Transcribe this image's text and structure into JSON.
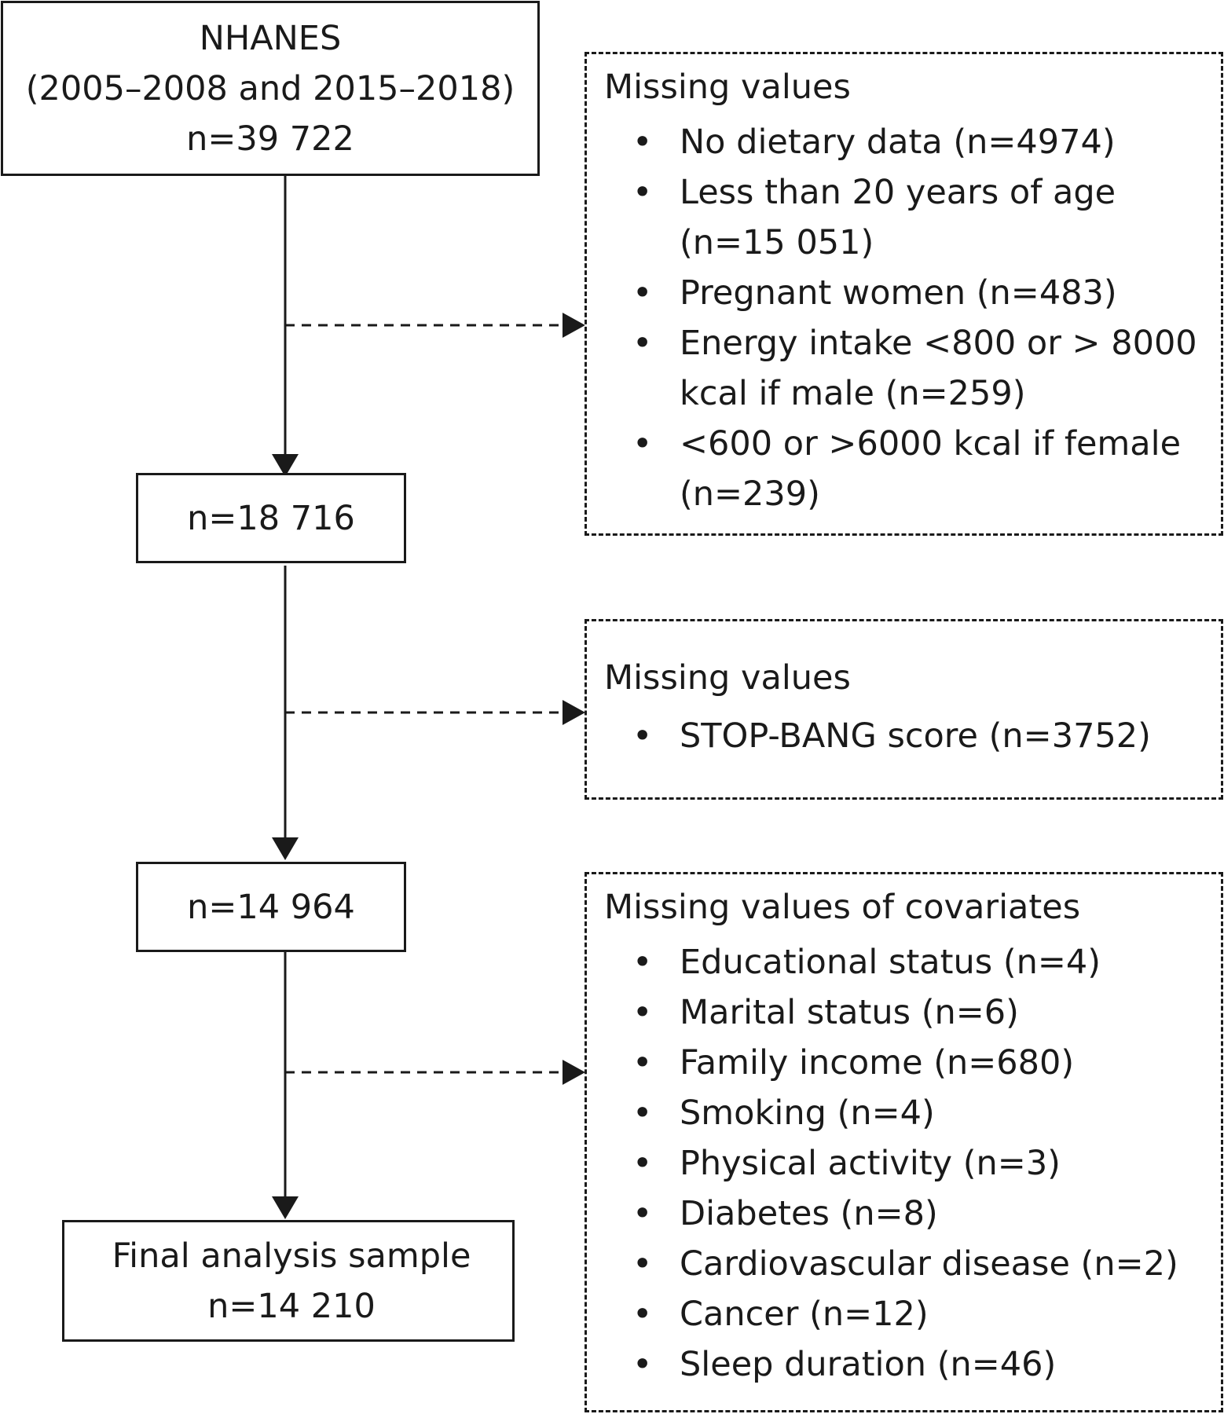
{
  "boxes": {
    "start": {
      "line1": "NHANES",
      "line2": "(2005–2008 and 2015–2018)",
      "line3": "n=39 722"
    },
    "step1": {
      "text": "n=18 716"
    },
    "step2": {
      "text": "n=14 964"
    },
    "final": {
      "line1": "Final analysis sample",
      "line2": "n=14 210"
    }
  },
  "exclusions": [
    {
      "heading": "Missing values",
      "items": [
        {
          "text": "No dietary data (n=4974)"
        },
        {
          "text": "Less than 20 years of age",
          "cont": "(n=15 051)"
        },
        {
          "text": "Pregnant women (n=483)"
        },
        {
          "text": "Energy intake <800 or > 8000",
          "cont": "kcal if male (n=259)"
        },
        {
          "text": "<600 or >6000 kcal if female",
          "cont": "(n=239)"
        }
      ]
    },
    {
      "heading": "Missing values",
      "items": [
        {
          "text": "STOP-BANG score (n=3752)"
        }
      ]
    },
    {
      "heading": "Missing values of covariates",
      "items": [
        {
          "text": "Educational status (n=4)"
        },
        {
          "text": "Marital status (n=6)"
        },
        {
          "text": "Family income (n=680)"
        },
        {
          "text": "Smoking (n=4)"
        },
        {
          "text": "Physical activity (n=3)"
        },
        {
          "text": "Diabetes (n=8)"
        },
        {
          "text": "Cardiovascular disease (n=2)"
        },
        {
          "text": "Cancer (n=12)"
        },
        {
          "text": "Sleep duration (n=46)"
        }
      ]
    }
  ]
}
